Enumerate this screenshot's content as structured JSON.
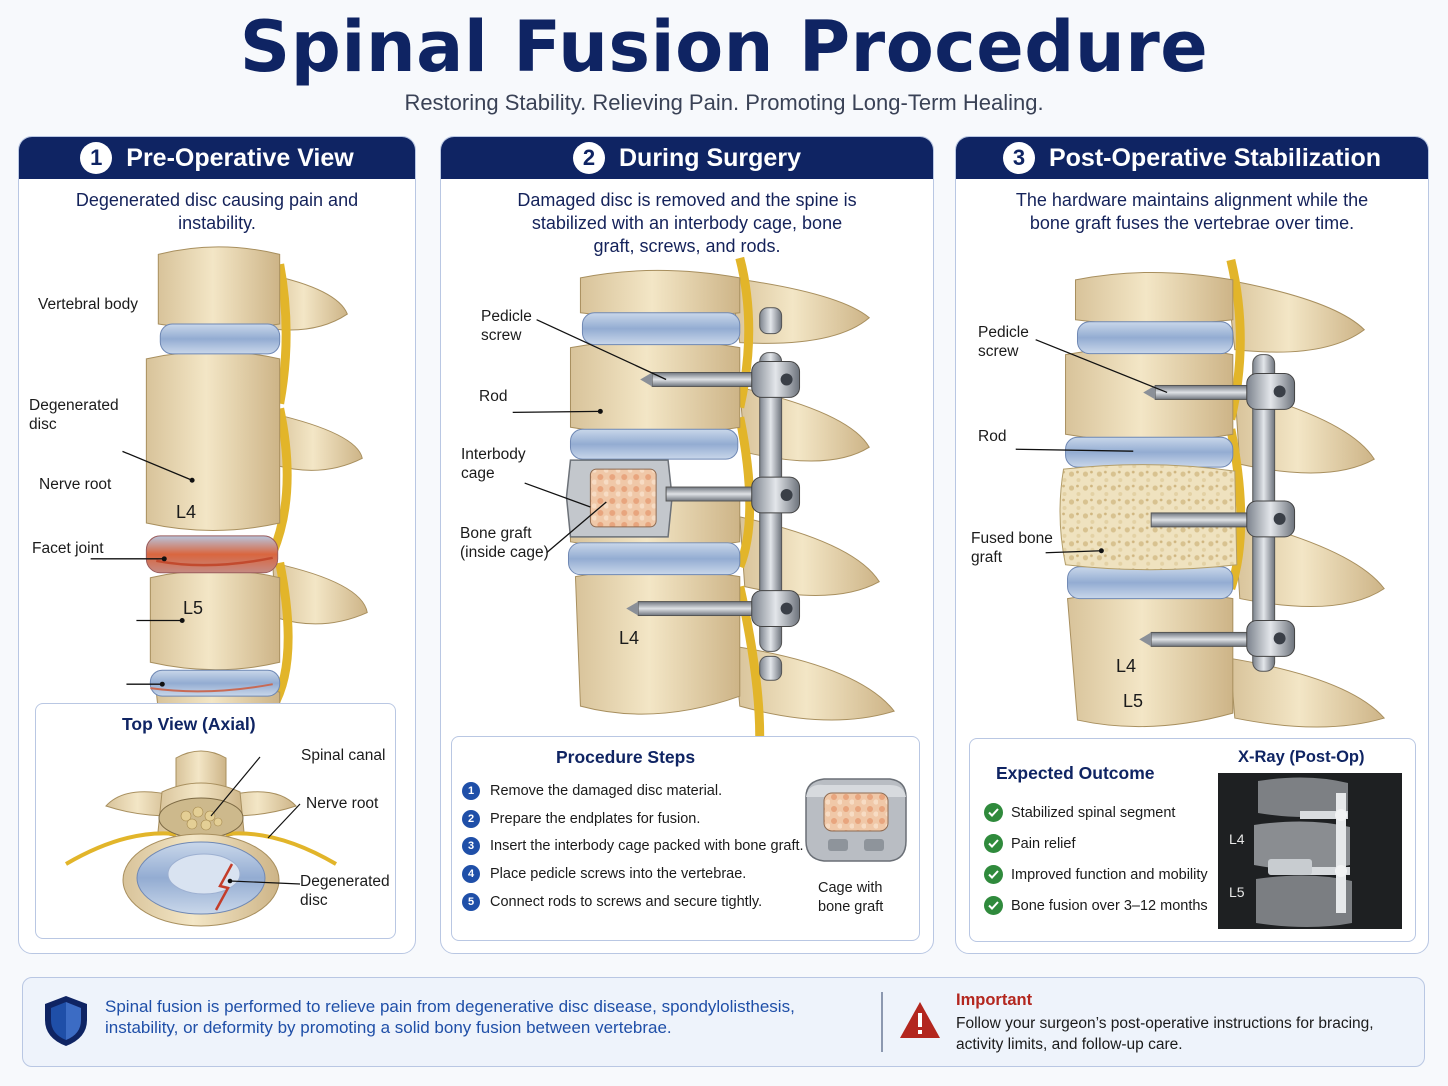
{
  "header": {
    "title": "Spinal Fusion Procedure",
    "subtitle": "Restoring Stability. Relieving Pain. Promoting Long-Term Healing."
  },
  "panels": [
    {
      "number": "1",
      "title": "Pre-Operative View",
      "description": "Degenerated disc causing pain and instability.",
      "labels": {
        "vertebral_body": "Vertebral body",
        "degenerated_disc": "Degenerated disc",
        "nerve_root": "Nerve root",
        "facet_joint": "Facet joint",
        "l4": "L4",
        "l5": "L5"
      },
      "axial": {
        "title": "Top View (Axial)",
        "spinal_canal": "Spinal canal",
        "nerve_root": "Nerve root",
        "degenerated_disc": "Degenerated disc"
      }
    },
    {
      "number": "2",
      "title": "During Surgery",
      "description": "Damaged disc is removed and the spine is stabilized with an interbody cage, bone graft, screws, and rods.",
      "labels": {
        "pedicle_screw": "Pedicle screw",
        "rod": "Rod",
        "interbody_cage": "Interbody cage",
        "bone_graft": "Bone graft (inside cage)",
        "l4": "L4"
      },
      "steps_box": {
        "title": "Procedure Steps",
        "steps": [
          {
            "num": "1",
            "text": "Remove the damaged disc material."
          },
          {
            "num": "2",
            "text": "Prepare the endplates for fusion."
          },
          {
            "num": "3",
            "text": "Insert the interbody cage packed with bone graft."
          },
          {
            "num": "4",
            "text": "Place pedicle screws into the vertebrae."
          },
          {
            "num": "5",
            "text": "Connect rods to screws and secure tightly."
          }
        ],
        "cage_caption": "Cage with bone graft"
      }
    },
    {
      "number": "3",
      "title": "Post-Operative Stabilization",
      "description": "The hardware maintains alignment while the bone graft fuses the vertebrae over time.",
      "labels": {
        "pedicle_screw": "Pedicle screw",
        "rod": "Rod",
        "fused_bone_graft": "Fused bone graft",
        "l4": "L4",
        "l5": "L5"
      },
      "outcome": {
        "title": "Expected Outcome",
        "items": [
          "Stabilized spinal segment",
          "Pain relief",
          "Improved function and mobility",
          "Bone fusion over 3–12 months"
        ]
      },
      "xray": {
        "title": "X-Ray (Post-Op)",
        "l4": "L4",
        "l5": "L5"
      }
    }
  ],
  "footer": {
    "info_icon": "shield-icon",
    "info_text": "Spinal fusion is performed to relieve pain from degenerative disc disease, spondylolisthesis, instability, or deformity by promoting a solid bony fusion between vertebrae.",
    "important_icon": "warning-icon",
    "important_title": "Important",
    "important_text": "Follow your surgeon’s post-operative instructions for bracing, activity limits, and follow-up care."
  },
  "colors": {
    "navy": "#0f2463",
    "accent_blue": "#1f4fa8",
    "bone": "#ecdcb4",
    "disc": "#a9bfdc",
    "nerve": "#e2b52a",
    "inflamed": "#d9663f",
    "check_green": "#2f8a3c",
    "warning_red": "#b3261e"
  }
}
